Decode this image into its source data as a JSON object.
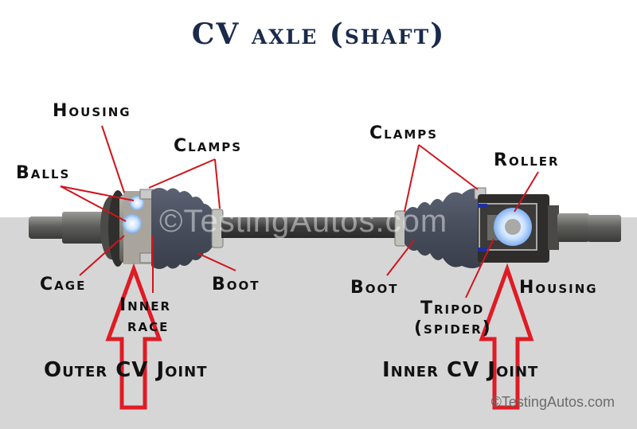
{
  "title": "CV axle (shaft)",
  "watermark": "©TestingAutos.com",
  "credit": "©TestingAutos.com",
  "colors": {
    "title": "#1a2a4a",
    "leader_lines": "#d0141c",
    "arrows": "#e01b24",
    "upper_background": "#ffffff",
    "lower_background": "#d6d6d6",
    "boot": "#4a5568",
    "highlight": "#b8d8ff"
  },
  "outer_joint": {
    "section_label": "Outer CV Joint",
    "labels": {
      "housing": "Housing",
      "balls": "Balls",
      "clamps": "Clamps",
      "cage": "Cage",
      "inner_race_line1": "Inner",
      "inner_race_line2": "race",
      "boot": "Boot"
    }
  },
  "inner_joint": {
    "section_label": "Inner CV Joint",
    "labels": {
      "clamps": "Clamps",
      "roller": "Roller",
      "boot": "Boot",
      "housing": "Housing",
      "tripod_line1": "Tripod",
      "tripod_line2": "(spider)"
    }
  }
}
